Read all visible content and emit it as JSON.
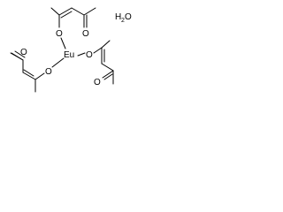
{
  "molecule": {
    "center_atom": "Eu",
    "ligand_atoms": {
      "top_ring_O": "O",
      "top_ring_keto_O": "O",
      "left_ring_O": "O",
      "left_ring_keto_O": "O",
      "right_ring_O": "O",
      "right_ring_keto_O": "O"
    },
    "water": {
      "H": "H",
      "sub": "2",
      "O": "O"
    }
  },
  "colors": {
    "bond": "#000000",
    "text": "#000000",
    "background": "#ffffff"
  }
}
